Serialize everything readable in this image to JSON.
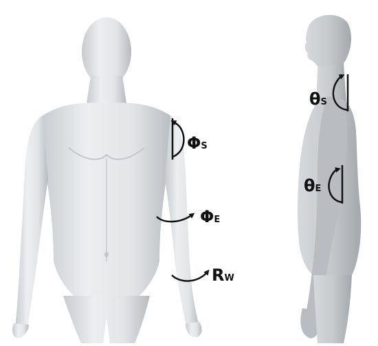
{
  "figure": {
    "background_color": "#ffffff",
    "body_color": "#e3e5e7",
    "body_shadow_color": "#b9bdc2",
    "annotation_color": "#111111",
    "front_view": {
      "labels": {
        "phi_s": {
          "symbol": "Φ",
          "subscript": "S"
        },
        "phi_e": {
          "symbol": "Φ",
          "subscript": "E"
        },
        "r_w": {
          "symbol": "R",
          "subscript": "W"
        }
      }
    },
    "side_view": {
      "labels": {
        "theta_s": {
          "symbol": "θ",
          "subscript": "S"
        },
        "theta_e": {
          "symbol": "θ",
          "subscript": "E"
        }
      }
    }
  }
}
